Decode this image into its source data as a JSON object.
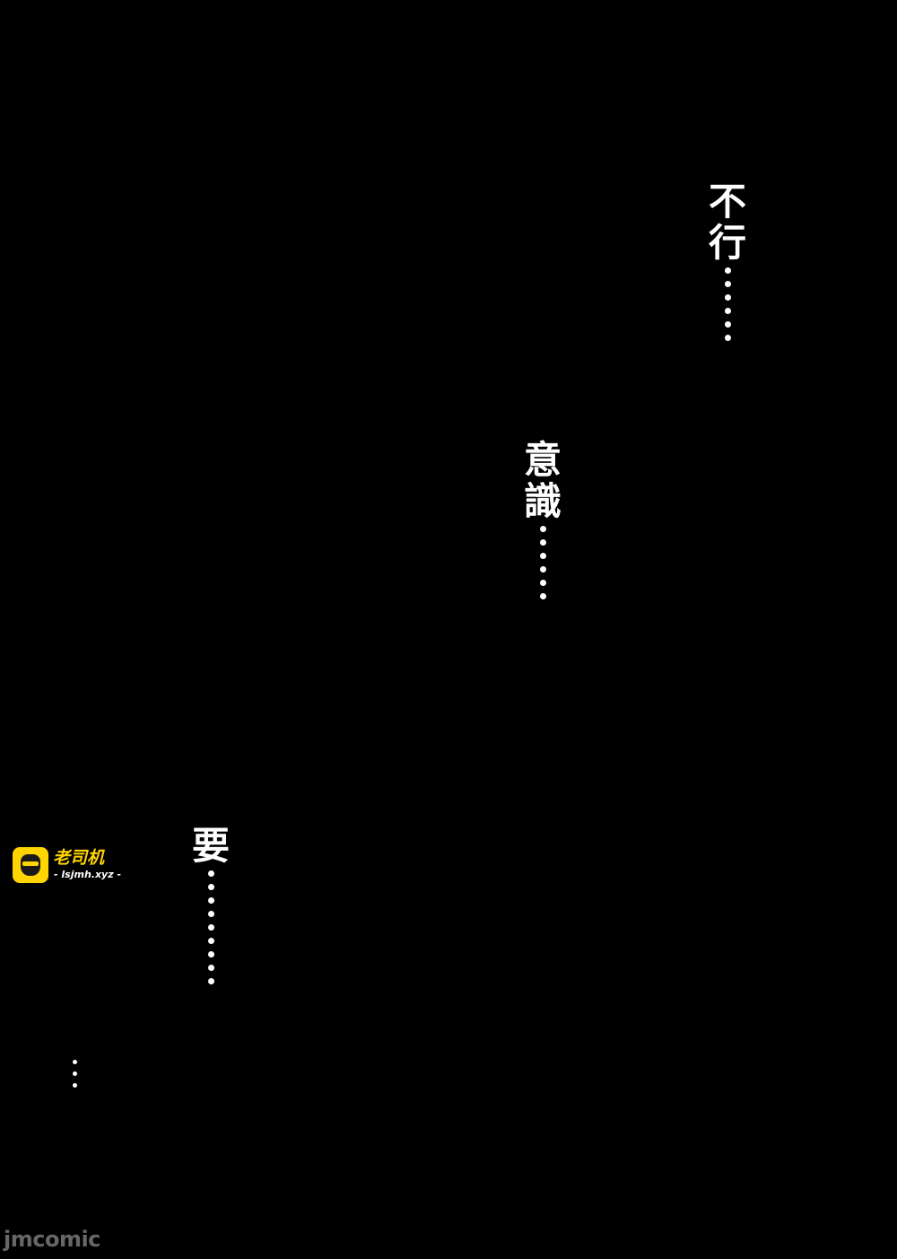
{
  "page": {
    "background": "#000000"
  },
  "speech": [
    {
      "chars": [
        "不",
        "行"
      ],
      "dot_count": 6
    },
    {
      "chars": [
        "意",
        "識"
      ],
      "dot_count": 6
    },
    {
      "chars": [
        "要"
      ],
      "dot_count": 9
    }
  ],
  "trailing_dots": {
    "dot_count": 3
  },
  "logo": {
    "title": "老司机",
    "url": "- lsjmh.xyz -",
    "icon": "driver-face-icon",
    "accent": "#ffd400"
  },
  "watermark": {
    "text": "jmcomic"
  }
}
